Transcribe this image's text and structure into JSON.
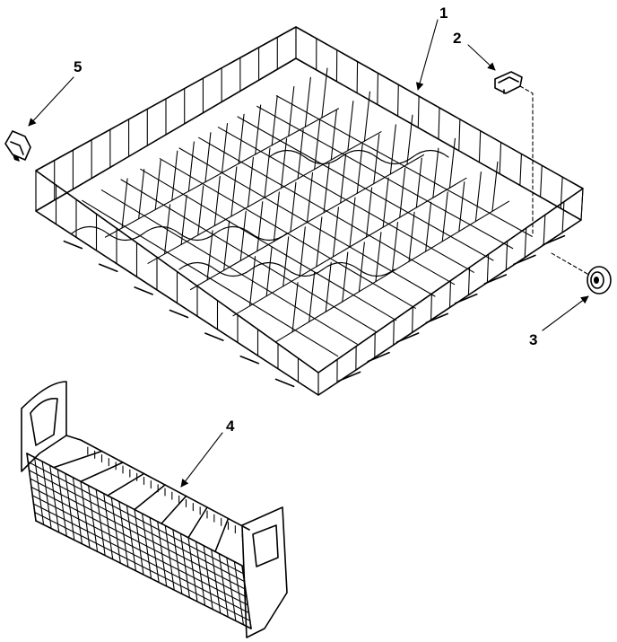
{
  "diagram": {
    "callouts": [
      {
        "id": "1",
        "label": "1"
      },
      {
        "id": "2",
        "label": "2"
      },
      {
        "id": "3",
        "label": "3"
      },
      {
        "id": "4",
        "label": "4"
      },
      {
        "id": "5",
        "label": "5"
      }
    ],
    "parts": [
      {
        "callout": "1",
        "icon": "dishrack-icon"
      },
      {
        "callout": "2",
        "icon": "clip-icon"
      },
      {
        "callout": "3",
        "icon": "wheel-icon"
      },
      {
        "callout": "4",
        "icon": "silverware-basket-icon"
      },
      {
        "callout": "5",
        "icon": "clip-icon"
      }
    ],
    "colors": {
      "ink": "#000000",
      "paper": "#ffffff"
    }
  }
}
